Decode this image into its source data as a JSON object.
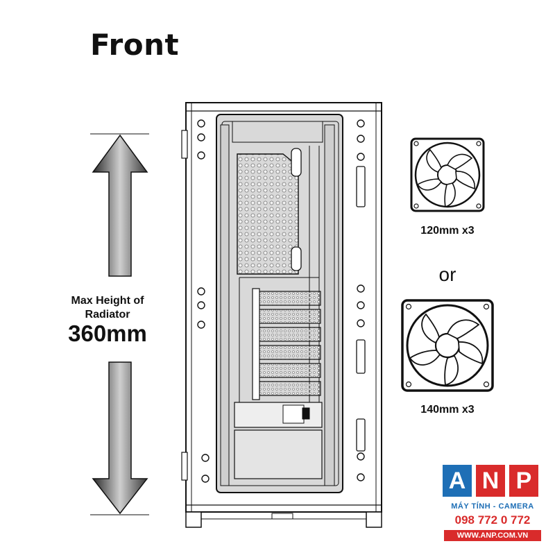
{
  "title": "Front",
  "radiator": {
    "label_line1": "Max Height of",
    "label_line2": "Radiator",
    "value": "360mm"
  },
  "fans": {
    "option1": "120mm x3",
    "separator": "or",
    "option2": "140mm x3"
  },
  "watermark": {
    "logo_a": "A",
    "logo_n": "N",
    "logo_p": "P",
    "subtitle": "MÁY TÍNH - CAMERA",
    "phone": "098 772 0 772",
    "website": "WWW.ANP.COM.VN"
  },
  "colors": {
    "line": "#111111",
    "panel_fill": "#d9d9d9",
    "arrow_dark": "#2e2e2e",
    "arrow_light": "#bdbdbd",
    "brand_blue": "#1e6fb6",
    "brand_red": "#d92b2b"
  }
}
